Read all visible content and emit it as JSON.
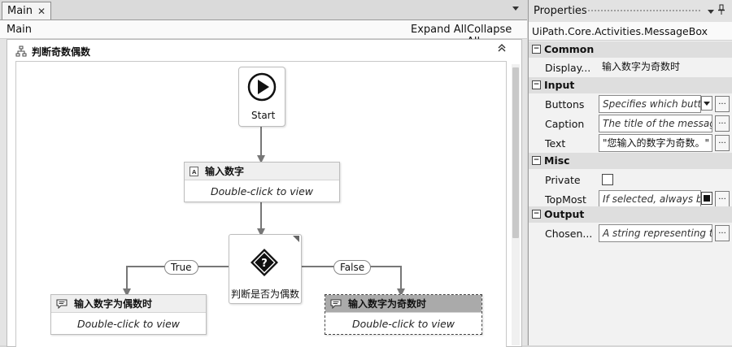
{
  "designer": {
    "tab": {
      "label": "Main",
      "close": "✕"
    },
    "breadcrumb": "Main",
    "expand_all": "Expand All",
    "collapse_all": "Collapse All",
    "flowchart_title": "判断奇数偶数",
    "collapse_icon": "double-chevron-up-icon"
  },
  "flow": {
    "start_label": "Start",
    "input_activity": {
      "title": "输入数字",
      "hint": "Double-click to view"
    },
    "decision": {
      "label": "判断是否为偶数"
    },
    "true_label": "True",
    "false_label": "False",
    "even_activity": {
      "title": "输入数字为偶数时",
      "hint": "Double-click to view"
    },
    "odd_activity": {
      "title": "输入数字为奇数时",
      "hint": "Double-click to view"
    }
  },
  "properties": {
    "title": "Properties",
    "pin": "📌",
    "class_name": "UiPath.Core.Activities.MessageBox",
    "categories": {
      "common": "Common",
      "input": "Input",
      "misc": "Misc",
      "output": "Output"
    },
    "rows": {
      "display_name": {
        "name": "Display...",
        "value": "输入数字为奇数时"
      },
      "buttons": {
        "name": "Buttons",
        "value": "Specifies which butt"
      },
      "caption": {
        "name": "Caption",
        "value": "The title of the message"
      },
      "text": {
        "name": "Text",
        "value": "\"您输入的数字为奇数。\""
      },
      "private": {
        "name": "Private",
        "checked": false
      },
      "topmost": {
        "name": "TopMost",
        "value": "If selected, always b."
      },
      "chosen": {
        "name": "Chosen...",
        "value": "A string representing th"
      }
    },
    "ellipsis": "..."
  }
}
